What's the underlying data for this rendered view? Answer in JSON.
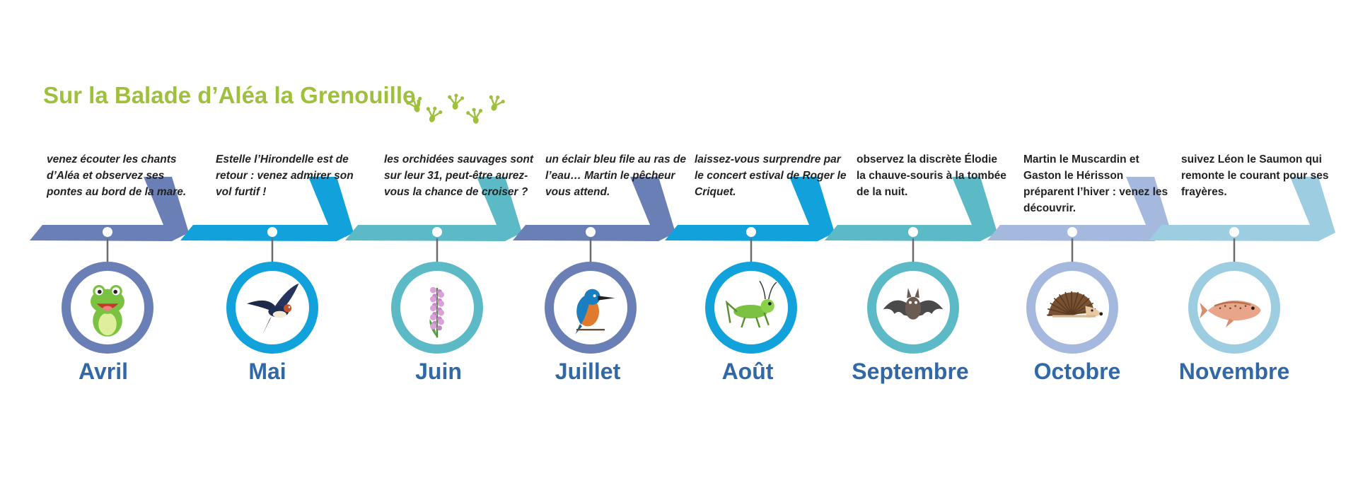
{
  "title": "Sur la Balade d’Aléa la Grenouille,",
  "colors": {
    "title_green": "#9fc03b",
    "month_blue": "#3068a8"
  },
  "icons": {
    "prints": "frog-footprints-icon"
  },
  "segments": [
    {
      "month": "Avril",
      "text": "venez écouter les chants d’Aléa et observez ses pontes au bord de la mare.",
      "italic": true,
      "color": "#6a7fb5",
      "icon": "frog-icon"
    },
    {
      "month": "Mai",
      "text": "Estelle l’Hirondelle est de retour : venez admirer son vol furtif !",
      "italic": true,
      "color": "#11a2dc",
      "icon": "swallow-icon"
    },
    {
      "month": "Juin",
      "text": "les orchidées sauvages sont sur leur 31, peut-être aurez-vous la chance de croiser ?",
      "italic": true,
      "color": "#5cbac7",
      "icon": "orchid-icon"
    },
    {
      "month": "Juillet",
      "text": "un éclair bleu file au ras de l’eau… Martin le pêcheur vous attend.",
      "italic": true,
      "color": "#6a7fb5",
      "icon": "kingfisher-icon"
    },
    {
      "month": "Août",
      "text": "laissez-vous surprendre par le concert estival de Roger le Criquet.",
      "italic": true,
      "color": "#11a2dc",
      "icon": "cricket-icon"
    },
    {
      "month": "Septembre",
      "text": "observez la discrète Élodie la chauve-souris à la tombée de la nuit.",
      "italic": false,
      "color": "#5cbac7",
      "icon": "bat-icon"
    },
    {
      "month": "Octobre",
      "text": "Martin le Muscardin et Gaston le Hérisson préparent l’hiver : venez les découvrir.",
      "italic": false,
      "color": "#a5b8de",
      "icon": "hedgehog-icon"
    },
    {
      "month": "Novembre",
      "text": " suivez Léon le Saumon qui remonte le courant pour ses frayères.",
      "italic": false,
      "color": "#9ccde0",
      "icon": "salmon-icon"
    }
  ]
}
